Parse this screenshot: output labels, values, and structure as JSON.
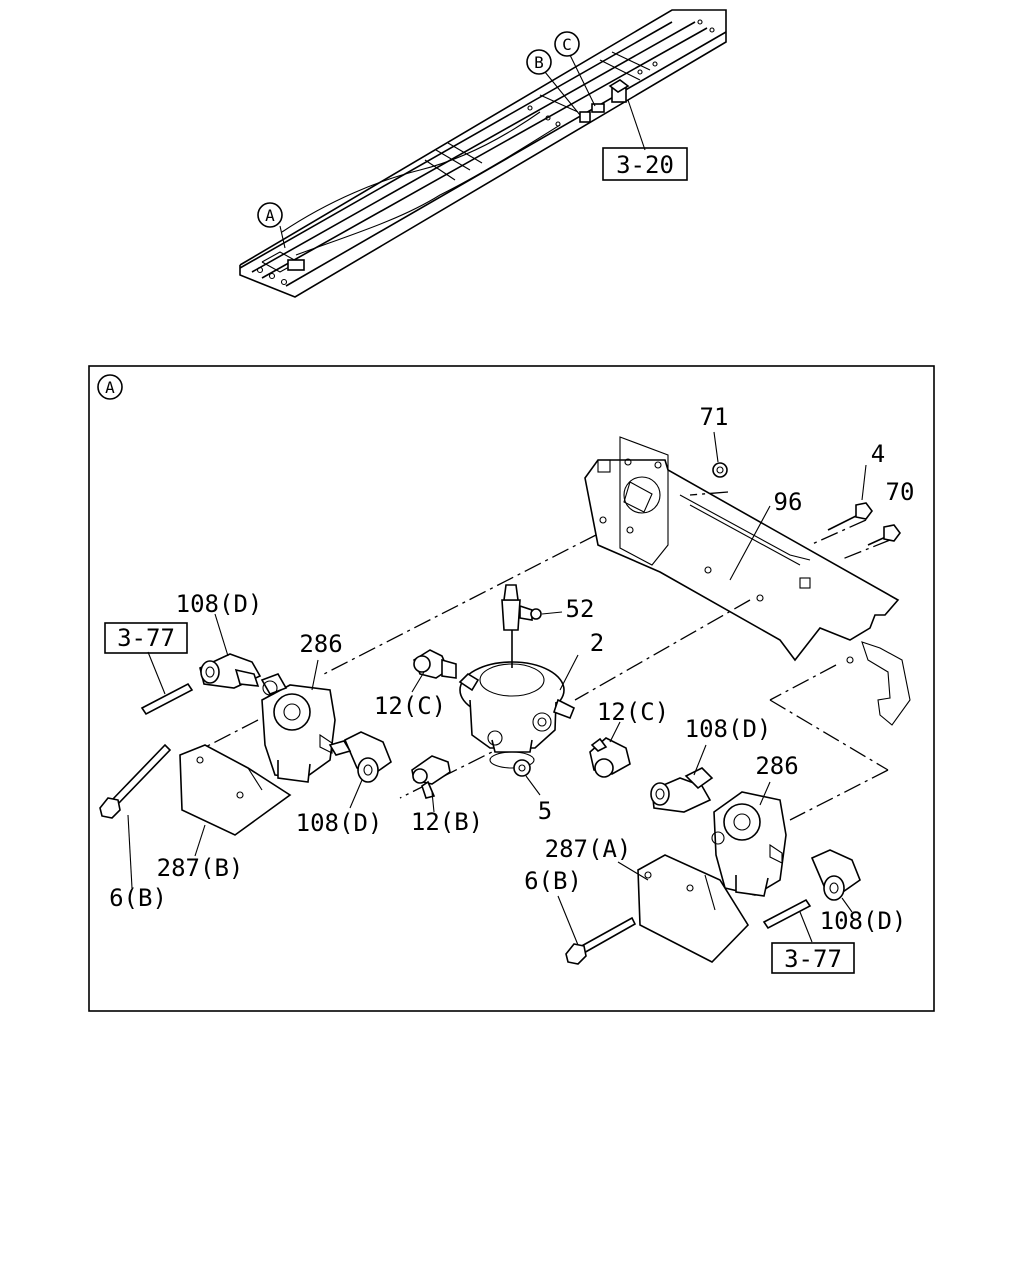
{
  "overview": {
    "callouts": {
      "a": "A",
      "b": "B",
      "c": "C"
    },
    "ref_box": "3-20"
  },
  "detail": {
    "marker": "A",
    "labels": {
      "p71": "71",
      "p4": "4",
      "p70": "70",
      "p96": "96",
      "p108d_1": "108(D)",
      "p286_1": "286",
      "p52": "52",
      "p2": "2",
      "p12c_1": "12(C)",
      "p12c_2": "12(C)",
      "p108d_2": "108(D)",
      "p286_2": "286",
      "p108d_3": "108(D)",
      "p12b": "12(B)",
      "p5": "5",
      "p287b": "287(B)",
      "p6b_1": "6(B)",
      "p287a": "287(A)",
      "p6b_2": "6(B)",
      "p108d_4": "108(D)"
    },
    "ref_boxes": {
      "left": "3-77",
      "right": "3-77"
    }
  }
}
